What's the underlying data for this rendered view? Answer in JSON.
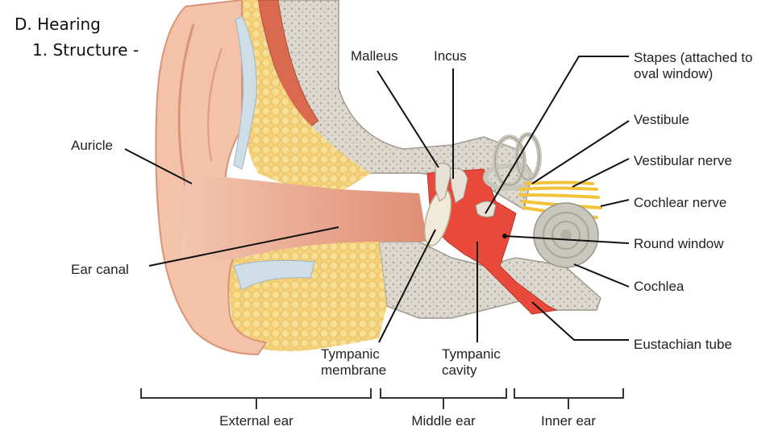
{
  "slide": {
    "heading": "D. Hearing",
    "subheading": "1. Structure -"
  },
  "labels": {
    "auricle": "Auricle",
    "ear_canal": "Ear canal",
    "malleus": "Malleus",
    "incus": "Incus",
    "stapes_line1": "Stapes (attached to",
    "stapes_line2": "oval window)",
    "vestibule": "Vestibule",
    "vestibular_nerve": "Vestibular nerve",
    "cochlear_nerve": "Cochlear nerve",
    "round_window": "Round window",
    "cochlea": "Cochlea",
    "eustachian_tube": "Eustachian tube",
    "tympanic_membrane_line1": "Tympanic",
    "tympanic_membrane_line2": "membrane",
    "tympanic_cavity_line1": "Tympanic",
    "tympanic_cavity_line2": "cavity"
  },
  "sections": {
    "external": "External ear",
    "middle": "Middle ear",
    "inner": "Inner ear"
  },
  "colors": {
    "skin": "#f3c2a8",
    "skin_dark": "#e3a085",
    "canal": "#eaa48c",
    "fat": "#f4d27a",
    "bone": "#d9d5cc",
    "bone_dot": "#a8a49b",
    "cartilage": "#cfdde6",
    "cavity_red": "#e8493a",
    "muscle": "#d96a4f",
    "nerve": "#f2c23a",
    "ossicle": "#e8e2d6",
    "cochlea": "#c9c6bd",
    "leader": "#111111"
  }
}
